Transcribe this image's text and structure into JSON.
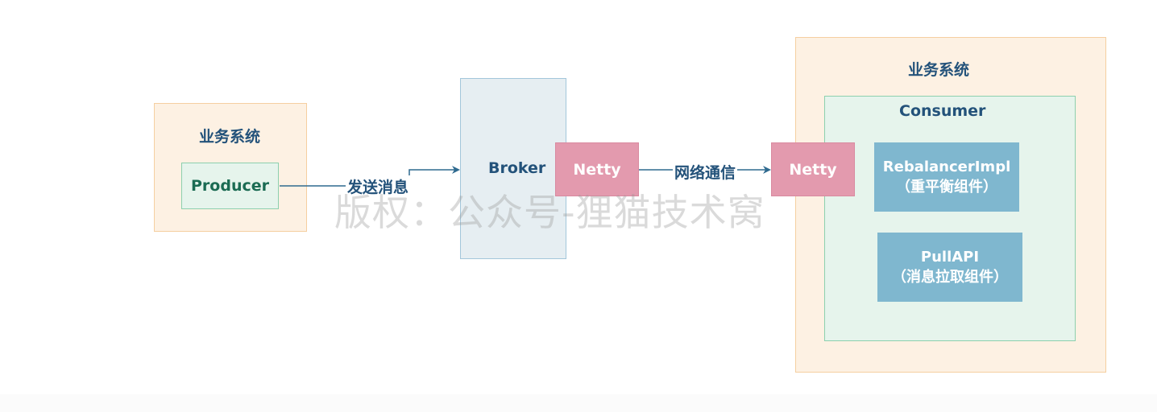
{
  "left_system": {
    "title": "业务系统",
    "producer": "Producer"
  },
  "send_label": "发送消息",
  "broker": {
    "title": "Broker",
    "netty": "Netty"
  },
  "network_label": "网络通信",
  "right_system": {
    "title": "业务系统",
    "netty": "Netty",
    "consumer": {
      "title": "Consumer",
      "rebalancer": {
        "name": "RebalancerImpl",
        "desc": "（重平衡组件）"
      },
      "pullapi": {
        "name": "PullAPI",
        "desc": "（消息拉取组件）"
      }
    }
  },
  "watermark": "版权：公众号-狸猫技术窝",
  "colors": {
    "system_fill": "#fdf1e3",
    "component_fill": "#e6f4ec",
    "broker_fill": "#e6eef2",
    "netty_fill": "#e39aae",
    "module_fill": "#7fb7cf",
    "text": "#23527a",
    "arrow": "#2f6a8f"
  }
}
